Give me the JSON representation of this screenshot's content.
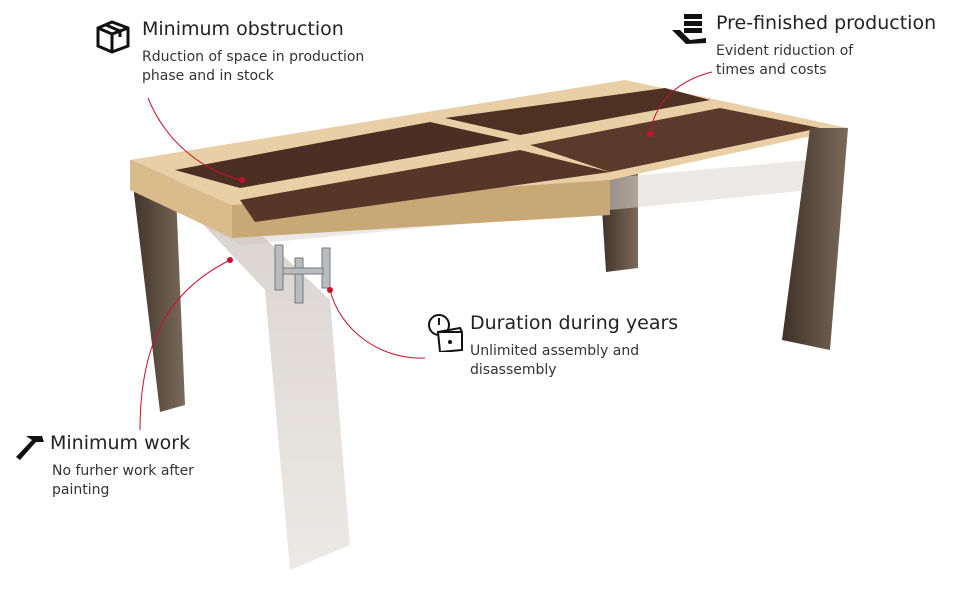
{
  "features": [
    {
      "id": "obstruction",
      "icon": "box-icon",
      "title": "Minimum obstruction",
      "desc_lines": [
        "Rduction of space in production",
        "phase and in stock"
      ]
    },
    {
      "id": "prefinished",
      "icon": "hand-stack-icon",
      "title": "Pre-finished production",
      "desc_lines": [
        "Evident riduction of",
        "times and costs"
      ]
    },
    {
      "id": "duration",
      "icon": "clock-box-icon",
      "title": "Duration during years",
      "desc_lines": [
        "Unlimited  assembly and",
        "disassembly"
      ]
    },
    {
      "id": "work",
      "icon": "hammer-icon",
      "title": "Minimum work",
      "desc_lines": [
        "No furher work after",
        "painting"
      ]
    }
  ],
  "colors": {
    "accent": "#c8102e",
    "wood_dark": "#4a2f22",
    "wood_light": "#e6c9a0",
    "leg": "#5a4a3c"
  }
}
